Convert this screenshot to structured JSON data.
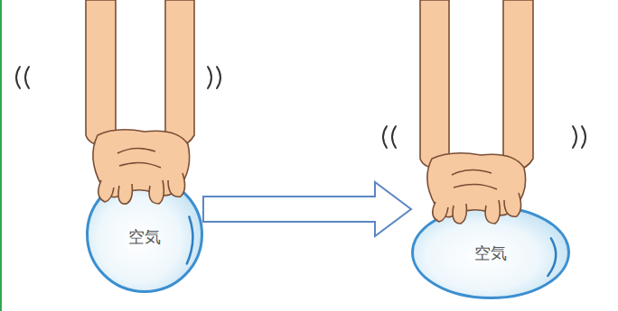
{
  "diagram": {
    "nodes": [
      {
        "text": [
          "空気"
        ]
      },
      {
        "text": [
          "空気"
        ]
      }
    ],
    "edges": [
      {
        "from": 0,
        "to": 1,
        "arrow": "to"
      }
    ]
  }
}
